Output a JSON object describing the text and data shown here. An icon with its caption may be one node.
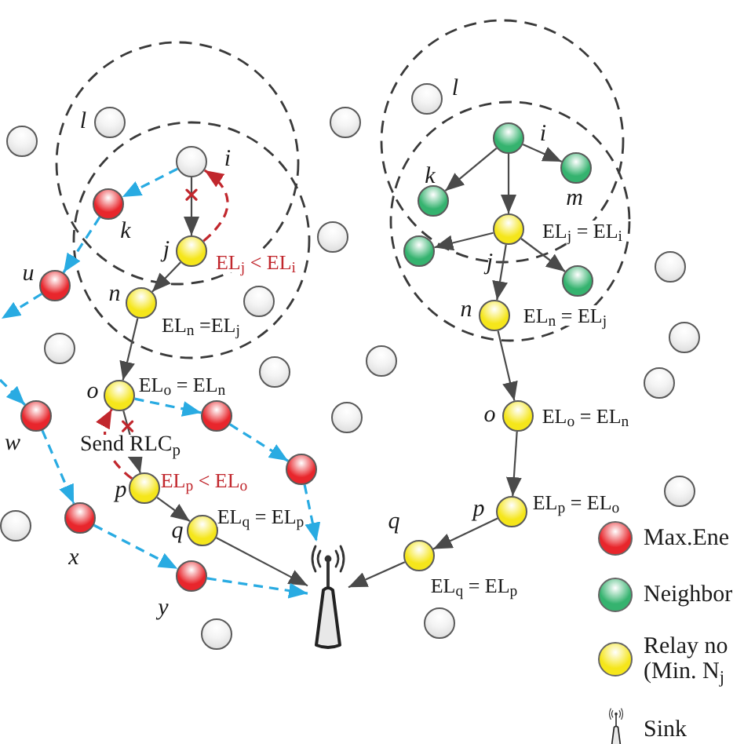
{
  "diagram": {
    "nodes": [
      {
        "text": [],
        "shape": "circle",
        "beside": [
          "l"
        ]
      },
      {
        "text": [],
        "shape": "circle",
        "beside": [
          "i"
        ]
      },
      {
        "text": [],
        "shape": "circle",
        "beside": [
          "k"
        ]
      },
      {
        "text": [],
        "shape": "circle",
        "beside": [
          "j",
          "EL$_{j}$ < EL$_{i}$"
        ]
      },
      {
        "text": [],
        "shape": "circle",
        "beside": [
          "u"
        ]
      },
      {
        "text": [],
        "shape": "circle",
        "beside": [
          "n",
          "EL$_{n}$ =EL$_{j}$"
        ]
      },
      {
        "text": [],
        "shape": "circle",
        "beside": [
          "o",
          "EL$_{o}$ = EL$_{n}$"
        ]
      },
      {
        "text": [],
        "shape": "circle"
      },
      {
        "text": [],
        "shape": "circle",
        "beside": [
          "w"
        ]
      },
      {
        "text": [],
        "shape": "circle"
      },
      {
        "text": [],
        "shape": "circle",
        "beside": [
          "p",
          "EL$_{p}$ < EL$_{o}$"
        ]
      },
      {
        "text": [],
        "shape": "circle",
        "beside": [
          "x"
        ]
      },
      {
        "text": [],
        "shape": "circle",
        "beside": [
          "q",
          "EL$_{q}$ = EL$_{p}$"
        ]
      },
      {
        "text": [],
        "shape": "circle",
        "beside": [
          "y"
        ]
      },
      {
        "text": [],
        "shape": "circle",
        "beside": [
          "l"
        ]
      },
      {
        "text": [],
        "shape": "circle",
        "beside": [
          "i"
        ]
      },
      {
        "text": [],
        "shape": "circle",
        "beside": [
          "m"
        ]
      },
      {
        "text": [],
        "shape": "circle",
        "beside": [
          "k"
        ]
      },
      {
        "text": [],
        "shape": "circle",
        "beside": [
          "j",
          "EL$_{j}$ = EL$_{i}$"
        ]
      },
      {
        "text": [],
        "shape": "circle"
      },
      {
        "text": [],
        "shape": "circle"
      },
      {
        "text": [],
        "shape": "circle",
        "beside": [
          "n",
          "EL$_{n}$ = EL$_{j}$"
        ]
      },
      {
        "text": [],
        "shape": "circle",
        "beside": [
          "o",
          "EL$_{o}$ = EL$_{n}$"
        ]
      },
      {
        "text": [],
        "shape": "circle",
        "beside": [
          "p",
          "EL$_{p}$ = EL$_{o}$"
        ]
      },
      {
        "text": [],
        "shape": "circle",
        "beside": [
          "q",
          "EL$_{q}$ = EL$_{p}$"
        ]
      },
      {
        "text": [],
        "shape": "picture"
      },
      {
        "text": [],
        "shape": "circle"
      },
      {
        "text": [],
        "shape": "circle"
      },
      {
        "text": [],
        "shape": "circle"
      },
      {
        "text": [],
        "shape": "circle"
      },
      {
        "text": [],
        "shape": "circle"
      },
      {
        "text": [],
        "shape": "circle"
      },
      {
        "text": [],
        "shape": "circle"
      },
      {
        "text": [],
        "shape": "circle"
      },
      {
        "text": [],
        "shape": "circle"
      },
      {
        "text": [],
        "shape": "circle"
      },
      {
        "text": [],
        "shape": "circle"
      },
      {
        "text": [],
        "shape": "circle"
      },
      {
        "text": [],
        "shape": "circle"
      },
      {
        "text": [],
        "shape": "circle"
      },
      {
        "text": [],
        "shape": "circle"
      }
    ],
    "edges": [
      {
        "from": 1,
        "to": 3,
        "arrow": "to"
      },
      {
        "from": 3,
        "to": 1,
        "arrow": "to",
        "style": "dashed",
        "color": "#c1272d"
      },
      {
        "from": 1,
        "to": 2,
        "arrow": "to",
        "style": "dashed",
        "color": "#29abe2"
      },
      {
        "from": 2,
        "to": 4,
        "arrow": "to",
        "style": "dashed",
        "color": "#29abe2"
      },
      {
        "from": 4,
        "to": null,
        "arrow": "to",
        "style": "dashed",
        "color": "#29abe2"
      },
      {
        "from": null,
        "to": 8,
        "arrow": "to",
        "style": "dashed",
        "color": "#29abe2"
      },
      {
        "from": 3,
        "to": 5,
        "arrow": "to"
      },
      {
        "from": 5,
        "to": 6,
        "arrow": "to"
      },
      {
        "from": 6,
        "to": 7,
        "arrow": "to",
        "style": "dashed",
        "color": "#29abe2"
      },
      {
        "from": 7,
        "to": 9,
        "arrow": "to",
        "style": "dashed",
        "color": "#29abe2"
      },
      {
        "from": 9,
        "to": 25,
        "arrow": "to",
        "style": "dashed",
        "color": "#29abe2"
      },
      {
        "from": 6,
        "to": 10,
        "arrow": "to"
      },
      {
        "from": 10,
        "to": 6,
        "arrow": "to",
        "style": "dashed",
        "color": "#c1272d",
        "label": "Send RLC$_{p}$"
      },
      {
        "from": 10,
        "to": 12,
        "arrow": "to"
      },
      {
        "from": 12,
        "to": 25,
        "arrow": "to"
      },
      {
        "from": 8,
        "to": 11,
        "arrow": "to",
        "style": "dashed",
        "color": "#29abe2"
      },
      {
        "from": 11,
        "to": 13,
        "arrow": "to",
        "style": "dashed",
        "color": "#29abe2"
      },
      {
        "from": 13,
        "to": 25,
        "arrow": "to",
        "style": "dashed",
        "color": "#29abe2"
      },
      {
        "from": 15,
        "to": 17,
        "arrow": "to"
      },
      {
        "from": 15,
        "to": 16,
        "arrow": "to"
      },
      {
        "from": 15,
        "to": 18,
        "arrow": "to"
      },
      {
        "from": 18,
        "to": 19,
        "arrow": "to"
      },
      {
        "from": 18,
        "to": 20,
        "arrow": "to"
      },
      {
        "from": 18,
        "to": 21,
        "arrow": "to"
      },
      {
        "from": 21,
        "to": 22,
        "arrow": "to"
      },
      {
        "from": 22,
        "to": 23,
        "arrow": "to"
      },
      {
        "from": 23,
        "to": 24,
        "arrow": "to"
      },
      {
        "from": 24,
        "to": 25,
        "arrow": "to"
      }
    ],
    "legend": [
      {
        "text": "Max.Ene",
        "color": "#e8262c"
      },
      {
        "text": "Neighbor",
        "color": "#35b36f"
      },
      {
        "text": "Relay no (Min. N$_{j}$",
        "color": "#f5e61b"
      },
      {
        "text": "Sink"
      }
    ]
  }
}
